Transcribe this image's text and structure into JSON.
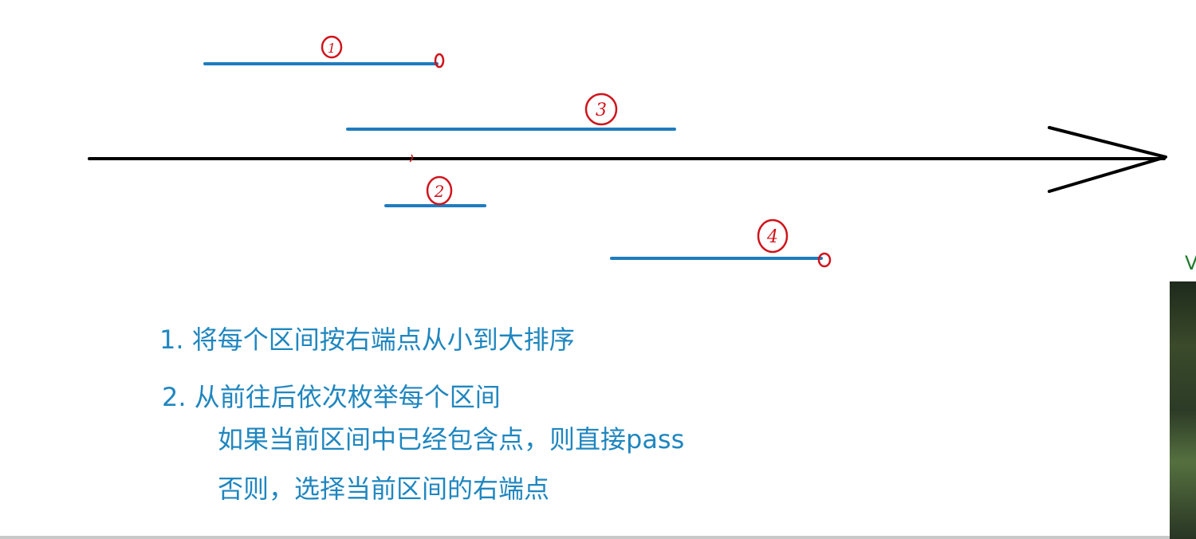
{
  "diagram": {
    "axis_color": "#000000",
    "interval_color": "#1f7cbf",
    "annotation_color": "#d0141c",
    "intervals": [
      {
        "label": "1",
        "has_endpoint": true
      },
      {
        "label": "3",
        "has_endpoint": false
      },
      {
        "label": "2",
        "has_endpoint": false
      },
      {
        "label": "4",
        "has_endpoint": true
      }
    ]
  },
  "steps": {
    "step1": "1. 将每个区间按右端点从小到大排序",
    "step2": "2. 从前往后依次枚举每个区间",
    "step2a": "如果当前区间中已经包含点，则直接pass",
    "step2b": "否则，选择当前区间的右端点"
  },
  "thumbnail": {
    "letter": "V"
  }
}
